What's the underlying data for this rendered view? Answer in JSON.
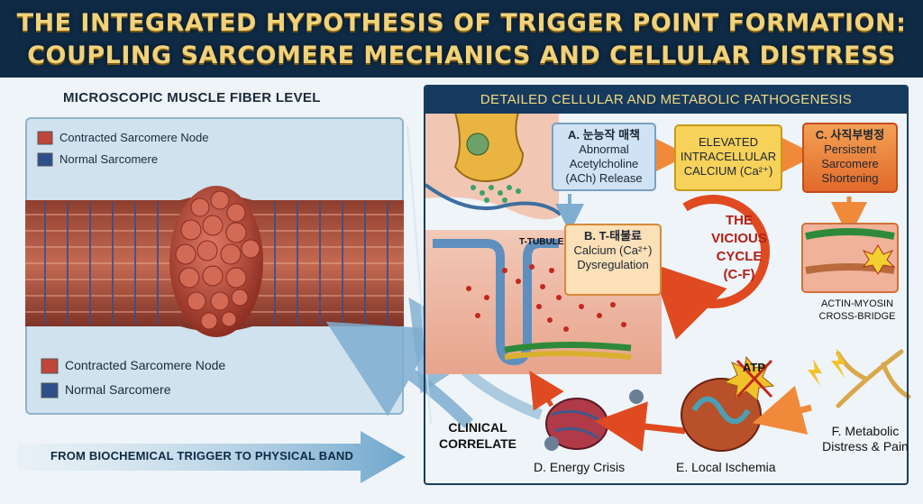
{
  "title": {
    "line1": "THE INTEGRATED HYPOTHESIS OF TRIGGER POINT FORMATION:",
    "line2": "COUPLING SARCOMERE MECHANICS AND CELLULAR DISTRESS"
  },
  "left": {
    "heading": "MICROSCOPIC MUSCLE FIBER LEVEL",
    "legend_top": [
      {
        "label": "Contracted Sarcomere Node",
        "color": "#c0453a"
      },
      {
        "label": "Normal Sarcomere",
        "color": "#2f4f8a"
      }
    ],
    "legend_bottom": [
      {
        "label": "Contracted Sarcomere Node",
        "color": "#c0453a"
      },
      {
        "label": "Normal Sarcomere",
        "color": "#2f4f8a"
      }
    ],
    "bottom_arrow": "FROM BIOCHEMICAL TRIGGER TO PHYSICAL BAND"
  },
  "right": {
    "heading": "DETAILED CELLULAR AND METABOLIC PATHOGENESIS",
    "box_a": {
      "head": "A. 눈능작 매책",
      "body": "Abnormal Acetylcholine (ACh) Release"
    },
    "box_calcium": {
      "head": "ELEVATED INTRACELLULAR CALCIUM (Ca²⁺)"
    },
    "box_c": {
      "head": "C. 사직부병정",
      "body": "Persistent Sarcomere Shortening"
    },
    "box_b": {
      "head": "B. T-태불료",
      "body": "Calcium (Ca²⁺) Dysregulation"
    },
    "cycle": {
      "line1": "THE",
      "line2": "VICIOUS",
      "line3": "CYCLE",
      "line4": "(C-F)"
    },
    "t_tubule": "T-TUBULE",
    "actin": "ACTIN-MYOSIN CROSS-BRIDGE",
    "atp": "ATP",
    "clinical": "CLINICAL CORRELATE",
    "d": "D. Energy Crisis",
    "e": "E. Local Ischemia",
    "f": "F. Metabolic Distress & Pain"
  },
  "colors": {
    "header_bg": "#0e2a45",
    "title_gold": "#f1d27a",
    "cycle_red": "#b21f17",
    "muscle": "#b5543e"
  }
}
